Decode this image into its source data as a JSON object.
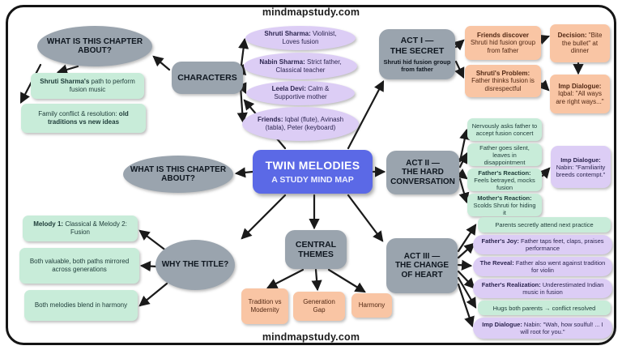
{
  "site": {
    "url_top": "mindmapstudy.com",
    "url_bottom": "mindmapstudy.com"
  },
  "center": {
    "title": "TWIN MELODIES",
    "subtitle": "A STUDY MIND MAP"
  },
  "chapter_top": {
    "label": "WHAT IS THIS CHAPTER ABOUT?",
    "items": [
      {
        "p1": "Shruti Sharma's",
        "p2": " path to perform fusion music"
      },
      {
        "p1": "Family conflict & resolution:",
        "p2": " old traditions vs new ideas"
      }
    ]
  },
  "characters": {
    "label": "CHARACTERS",
    "items": [
      {
        "p1": "Shruti Sharma:",
        "p2": " Violinist, Loves fusion"
      },
      {
        "p1": "Nabin Sharma:",
        "p2": " Strict father, Classical teacher"
      },
      {
        "p1": "Leela Devi:",
        "p2": " Calm & Supportive mother"
      },
      {
        "p1": "Friends:",
        "p2": " Iqbal (flute), Avinash (tabla), Peter (keyboard)"
      }
    ]
  },
  "act1": {
    "l1": "ACT I —",
    "l2": "THE SECRET",
    "sub": "Shruti hid fusion group from father",
    "items": [
      {
        "p1": "Friends discover",
        "p2": " Shruti hid fusion group from father"
      },
      {
        "p1": "Shruti's Problem:",
        "p2": " Father thinks fusion is disrespectful"
      },
      {
        "p1": "Decision:",
        "p2": " \"Bite the bullet\" at dinner"
      },
      {
        "p1": "Imp Dialogue:",
        "p2": " Iqbal: \"All ways are right ways...\""
      }
    ]
  },
  "chapter_mid": {
    "label": "WHAT IS THIS CHAPTER ABOUT?"
  },
  "act2": {
    "l1": "ACT II —",
    "l2": "THE HARD CONVERSATION",
    "items": [
      {
        "p1": "",
        "p2": "Nervously asks father to accept fusion concert"
      },
      {
        "p1": "",
        "p2": "Father goes silent, leaves in disappointment"
      },
      {
        "p1": "Father's Reaction:",
        "p2": " Feels betrayed, mocks fusion"
      },
      {
        "p1": "Mother's Reaction:",
        "p2": " Scolds Shruti for hiding it"
      },
      {
        "p1": "Imp Dialogue:",
        "p2": " Nabin: \"Familiarity breeds contempt.\""
      }
    ]
  },
  "why_title": {
    "label": "WHY THE TITLE?",
    "items": [
      {
        "p1": "Melody 1:",
        "p2": " Classical & Melody 2: Fusion"
      },
      {
        "p1": "",
        "p2": "Both valuable, both paths mirrored across generations"
      },
      {
        "p1": "",
        "p2": "Both melodies blend in harmony"
      }
    ]
  },
  "themes": {
    "l1": "CENTRAL",
    "l2": "THEMES",
    "items": [
      {
        "p2": "Tradition vs Modernity"
      },
      {
        "p2": "Generation Gap"
      },
      {
        "p2": "Harmony"
      }
    ]
  },
  "act3": {
    "l1": "ACT III —",
    "l2": "THE CHANGE OF HEART",
    "items": [
      {
        "p1": "",
        "p2": "Parents secretly attend next practice"
      },
      {
        "p1": "Father's Joy:",
        "p2": " Father taps feet, claps, praises performance"
      },
      {
        "p1": "The Reveal:",
        "p2": " Father also went against tradition for violin"
      },
      {
        "p1": "Father's Realization:",
        "p2": " Underestimated Indian music in fusion"
      },
      {
        "p1": "",
        "p2": "Hugs both parents → conflict resolved"
      },
      {
        "p1": "Imp Dialogue:",
        "p2": " Nabin: \"Wah, how soulful! ... I will root for you.\""
      }
    ]
  },
  "colors": {
    "center_blue": "#5b69e6",
    "node_gray": "#9aa4ae",
    "node_green": "#c8ecd9",
    "node_purple": "#dccdf5",
    "node_orange": "#f9c5a4",
    "arrow": "#1a1a1a"
  }
}
